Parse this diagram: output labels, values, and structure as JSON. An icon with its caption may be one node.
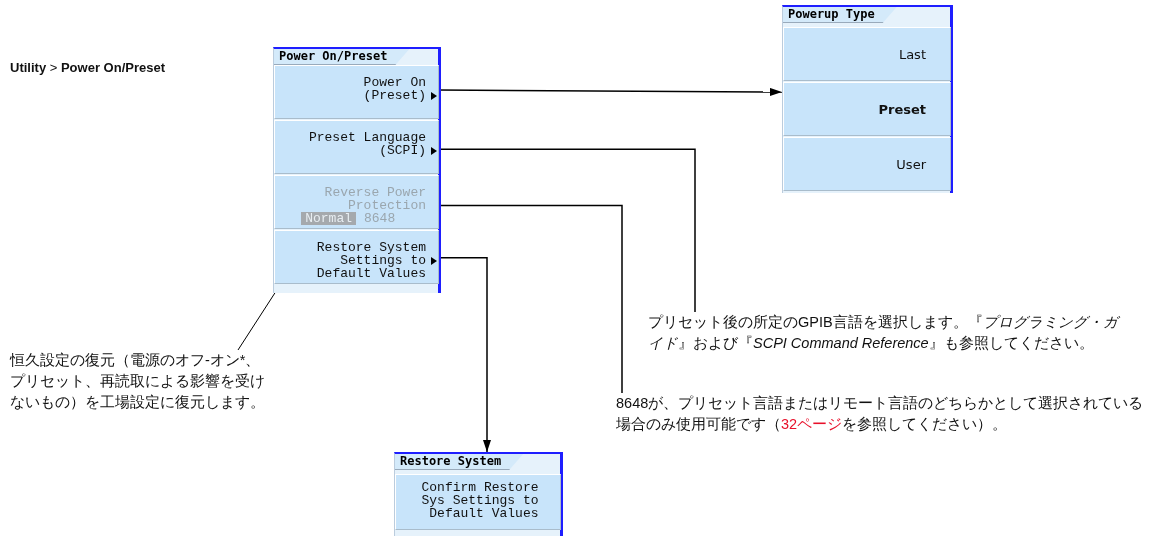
{
  "diagram": {
    "title": "**Utility** > **Power On/Preset**",
    "nodes": [
      {
        "text": [
          "Power On/Preset"
        ]
      },
      {
        "text": [
          "Power On (Preset)"
        ],
        "in": 0
      },
      {
        "text": [
          "Preset Language (SCPI)"
        ],
        "in": 0
      },
      {
        "text": [
          "Reverse Power Protection",
          "Normal",
          "8648"
        ],
        "in": 0
      },
      {
        "text": [
          "Restore System Settings to Default Values"
        ],
        "in": 0
      },
      {
        "text": [
          "Powerup Type"
        ]
      },
      {
        "text": [
          "Last"
        ],
        "in": 5
      },
      {
        "text": [
          "Preset"
        ],
        "in": 5
      },
      {
        "text": [
          "User"
        ],
        "in": 5
      },
      {
        "text": [
          "Restore System"
        ]
      },
      {
        "text": [
          "Confirm Restore Sys Settings to Default Values"
        ],
        "in": 9
      },
      {
        "text": [
          "恒久設定の復元（電源のオフ-オン*、プリセット、再読取による影響を受けないもの）を工場設定に復元します。"
        ]
      },
      {
        "text": [
          "プリセット後の所定のGPIB言語を選択します。『*プログラミング・ガイド*』および『*SCPI Command Reference*』も参照してください。"
        ]
      },
      {
        "text": [
          "8648が、プリセット言語またはリモート言語のどちらかとして選択されている場合のみ使用可能です（",
          "32ページ",
          "を参照してください）。"
        ]
      }
    ],
    "edges": [
      {
        "from": 1,
        "to": 5,
        "arrow": "to"
      },
      {
        "from": 2,
        "to": 12,
        "arrow": "none"
      },
      {
        "from": 3,
        "to": 13,
        "arrow": "none"
      },
      {
        "from": 4,
        "to": 9,
        "arrow": "to"
      },
      {
        "from": 11,
        "to": 4,
        "arrow": "none"
      }
    ]
  }
}
